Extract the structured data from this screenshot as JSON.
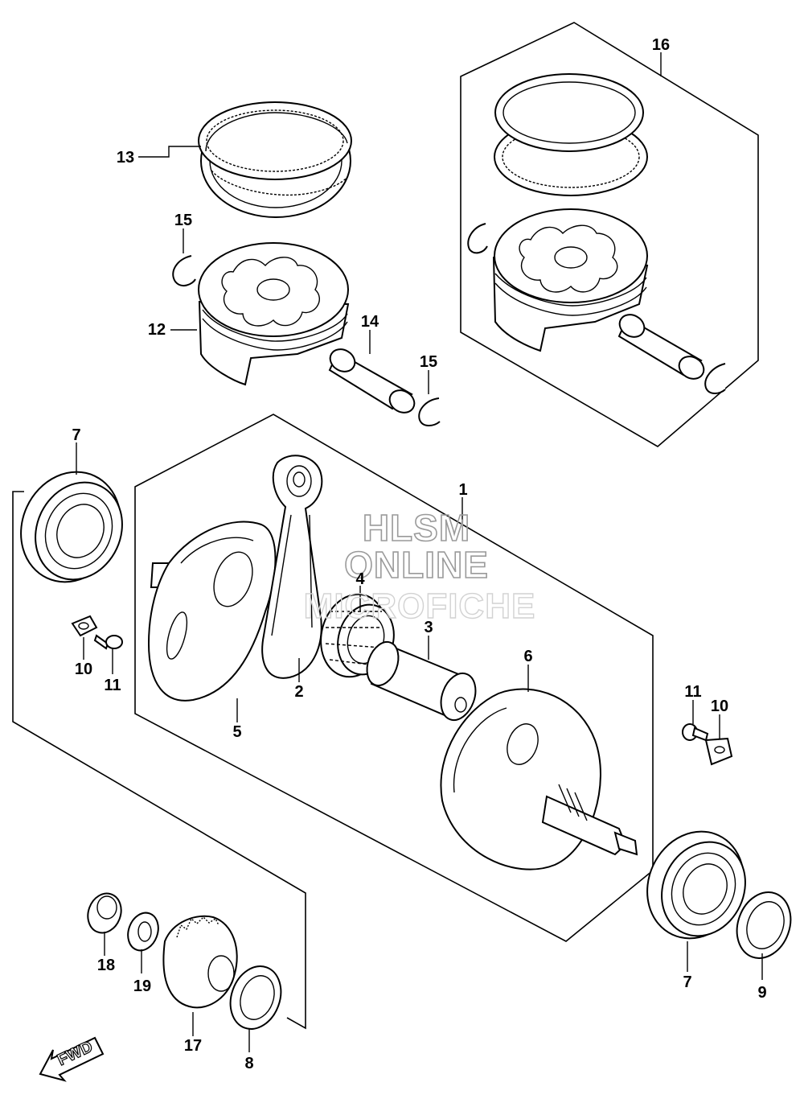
{
  "watermark": {
    "line1": "HLSM",
    "line2": "ONLINE",
    "line3": "MICROFICHE"
  },
  "direction_arrow": {
    "label": "FWD"
  },
  "callouts": [
    {
      "id": "c1",
      "label": "1"
    },
    {
      "id": "c2",
      "label": "2"
    },
    {
      "id": "c3",
      "label": "3"
    },
    {
      "id": "c4",
      "label": "4"
    },
    {
      "id": "c5",
      "label": "5"
    },
    {
      "id": "c6",
      "label": "6"
    },
    {
      "id": "c7a",
      "label": "7"
    },
    {
      "id": "c7b",
      "label": "7"
    },
    {
      "id": "c8",
      "label": "8"
    },
    {
      "id": "c9",
      "label": "9"
    },
    {
      "id": "c10a",
      "label": "10"
    },
    {
      "id": "c10b",
      "label": "10"
    },
    {
      "id": "c11a",
      "label": "11"
    },
    {
      "id": "c11b",
      "label": "11"
    },
    {
      "id": "c12",
      "label": "12"
    },
    {
      "id": "c13",
      "label": "13"
    },
    {
      "id": "c14",
      "label": "14"
    },
    {
      "id": "c15a",
      "label": "15"
    },
    {
      "id": "c15b",
      "label": "15"
    },
    {
      "id": "c16",
      "label": "16"
    },
    {
      "id": "c17",
      "label": "17"
    },
    {
      "id": "c18",
      "label": "18"
    },
    {
      "id": "c19",
      "label": "19"
    }
  ]
}
